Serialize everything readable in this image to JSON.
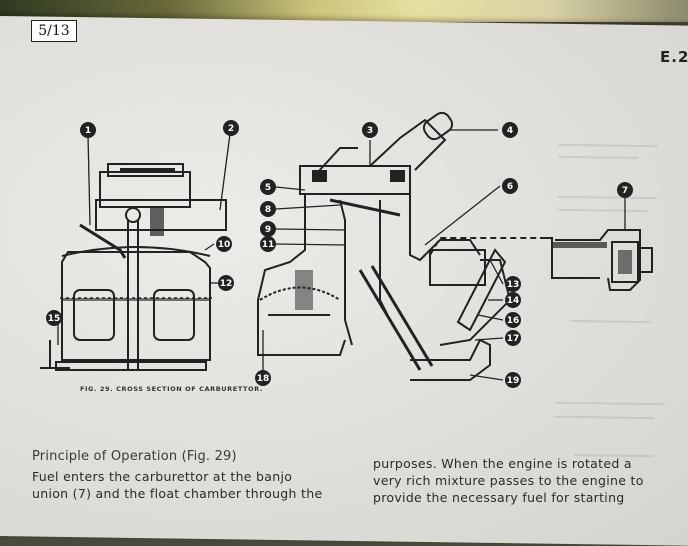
{
  "page_badge": "5/13",
  "section_code": "E.2",
  "figure": {
    "caption": "FIG. 29.   CROSS SECTION OF CARBURETTOR.",
    "callouts": [
      "1",
      "2",
      "3",
      "4",
      "5",
      "8",
      "9",
      "11",
      "6",
      "7",
      "10",
      "12",
      "15",
      "13",
      "14",
      "16",
      "17",
      "18",
      "19"
    ]
  },
  "text": {
    "heading": "Principle of Operation (Fig. 29)",
    "left_lines": [
      "Fuel enters the carburettor at the banjo",
      "union (7) and the float chamber through the"
    ],
    "right_lines": [
      "purposes.  When the engine is rotated a",
      "very rich mixture passes to the engine to",
      "provide the necessary fuel for starting"
    ]
  }
}
